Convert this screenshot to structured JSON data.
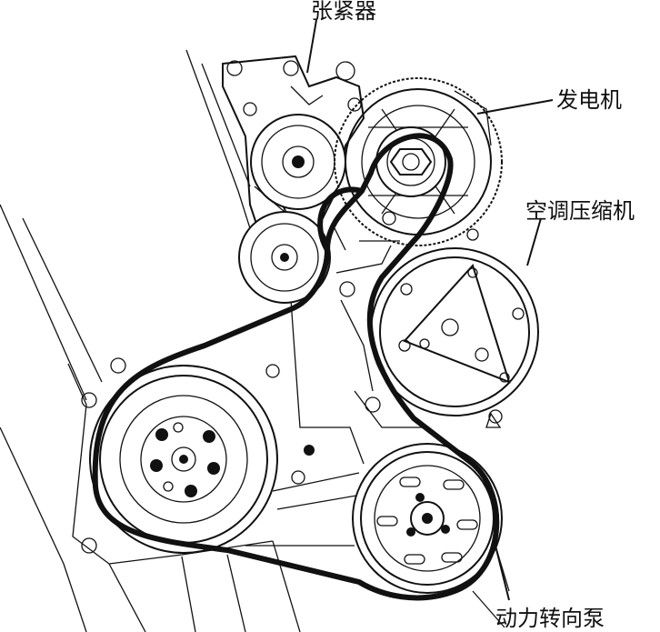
{
  "labels": {
    "tensioner": "张紧器",
    "alternator": "发电机",
    "ac_compressor": "空调压缩机",
    "power_steering_pump": "动力转向泵"
  }
}
